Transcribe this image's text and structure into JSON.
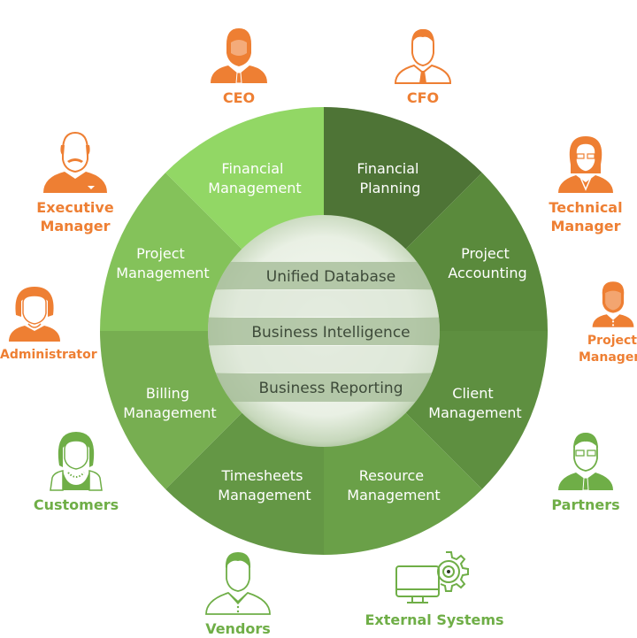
{
  "colors": {
    "orange": "#ee7f33",
    "green": "#6fae47",
    "band_dark": "#a9bf9c",
    "band_light": "#dbe6d5",
    "band_text": "#3d4a39"
  },
  "wheel": {
    "segments": [
      {
        "lines": [
          "Financial",
          "Planning"
        ],
        "color": "#4e7436"
      },
      {
        "lines": [
          "Project",
          "Accounting"
        ],
        "color": "#5a8a3c"
      },
      {
        "lines": [
          "Client",
          "Management"
        ],
        "color": "#5e8f40"
      },
      {
        "lines": [
          "Resource",
          "Management"
        ],
        "color": "#6aa048"
      },
      {
        "lines": [
          "Timesheets",
          "Management"
        ],
        "color": "#649745"
      },
      {
        "lines": [
          "Billing",
          "Management"
        ],
        "color": "#77ae51"
      },
      {
        "lines": [
          "Project",
          "Management"
        ],
        "color": "#84c25a"
      },
      {
        "lines": [
          "Financial",
          "Management"
        ],
        "color": "#92d765"
      }
    ],
    "core": {
      "bands": [
        "Unified Database",
        "Business Intelligence",
        "Business Reporting"
      ]
    }
  },
  "stakeholders": [
    {
      "id": "ceo",
      "label": [
        "CEO"
      ],
      "icon": "ceo-icon",
      "color": "orange"
    },
    {
      "id": "cfo",
      "label": [
        "CFO"
      ],
      "icon": "cfo-icon",
      "color": "orange"
    },
    {
      "id": "executive-manager",
      "label": [
        "Executive",
        "Manager"
      ],
      "icon": "executive-manager-icon",
      "color": "orange"
    },
    {
      "id": "technical-manager",
      "label": [
        "Technical",
        "Manager"
      ],
      "icon": "technical-manager-icon",
      "color": "orange"
    },
    {
      "id": "administrator",
      "label": [
        "Administrator"
      ],
      "icon": "administrator-icon",
      "color": "orange"
    },
    {
      "id": "project-manager",
      "label": [
        "Project",
        "Manager"
      ],
      "icon": "project-manager-icon",
      "color": "orange"
    },
    {
      "id": "customers",
      "label": [
        "Customers"
      ],
      "icon": "customers-icon",
      "color": "green"
    },
    {
      "id": "partners",
      "label": [
        "Partners"
      ],
      "icon": "partners-icon",
      "color": "green"
    },
    {
      "id": "vendors",
      "label": [
        "Vendors"
      ],
      "icon": "vendors-icon",
      "color": "green"
    },
    {
      "id": "external-systems",
      "label": [
        "External Systems"
      ],
      "icon": "external-systems-icon",
      "color": "green"
    }
  ]
}
